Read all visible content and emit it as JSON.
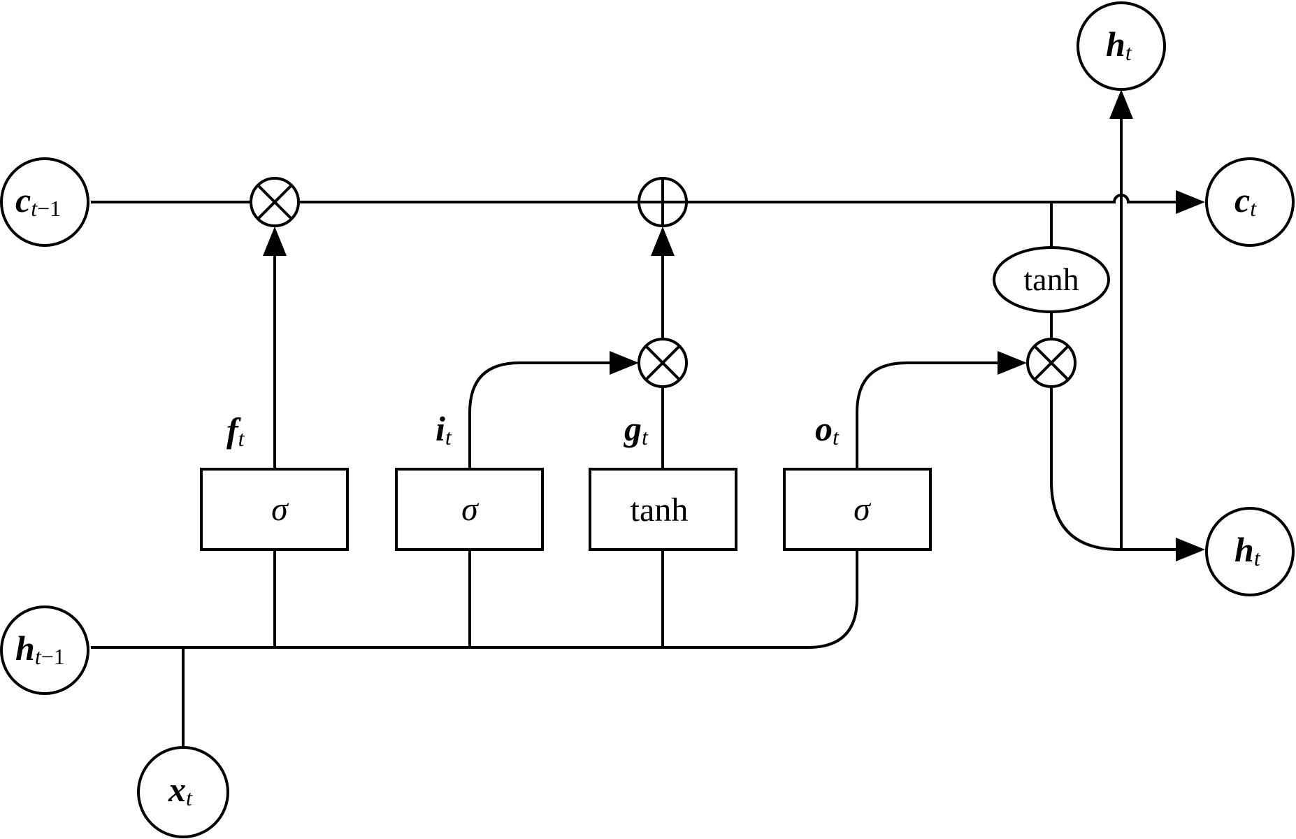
{
  "nodes": {
    "c_prev": {
      "main": "c",
      "sub": "t",
      "sub_tail": "−1"
    },
    "h_prev": {
      "main": "h",
      "sub": "t",
      "sub_tail": "−1"
    },
    "x_t": {
      "main": "x",
      "sub": "t"
    },
    "c_t": {
      "main": "c",
      "sub": "t"
    },
    "h_t_right": {
      "main": "h",
      "sub": "t"
    },
    "h_t_top": {
      "main": "h",
      "sub": "t"
    }
  },
  "gates": {
    "forget": {
      "fn": "σ",
      "label_main": "f",
      "label_sub": "t"
    },
    "input": {
      "fn": "σ",
      "label_main": "i",
      "label_sub": "t"
    },
    "candidate": {
      "fn": "tanh",
      "label_main": "g",
      "label_sub": "t"
    },
    "output": {
      "fn": "σ",
      "label_main": "o",
      "label_sub": "t"
    }
  },
  "cell_activation": {
    "fn": "tanh"
  }
}
